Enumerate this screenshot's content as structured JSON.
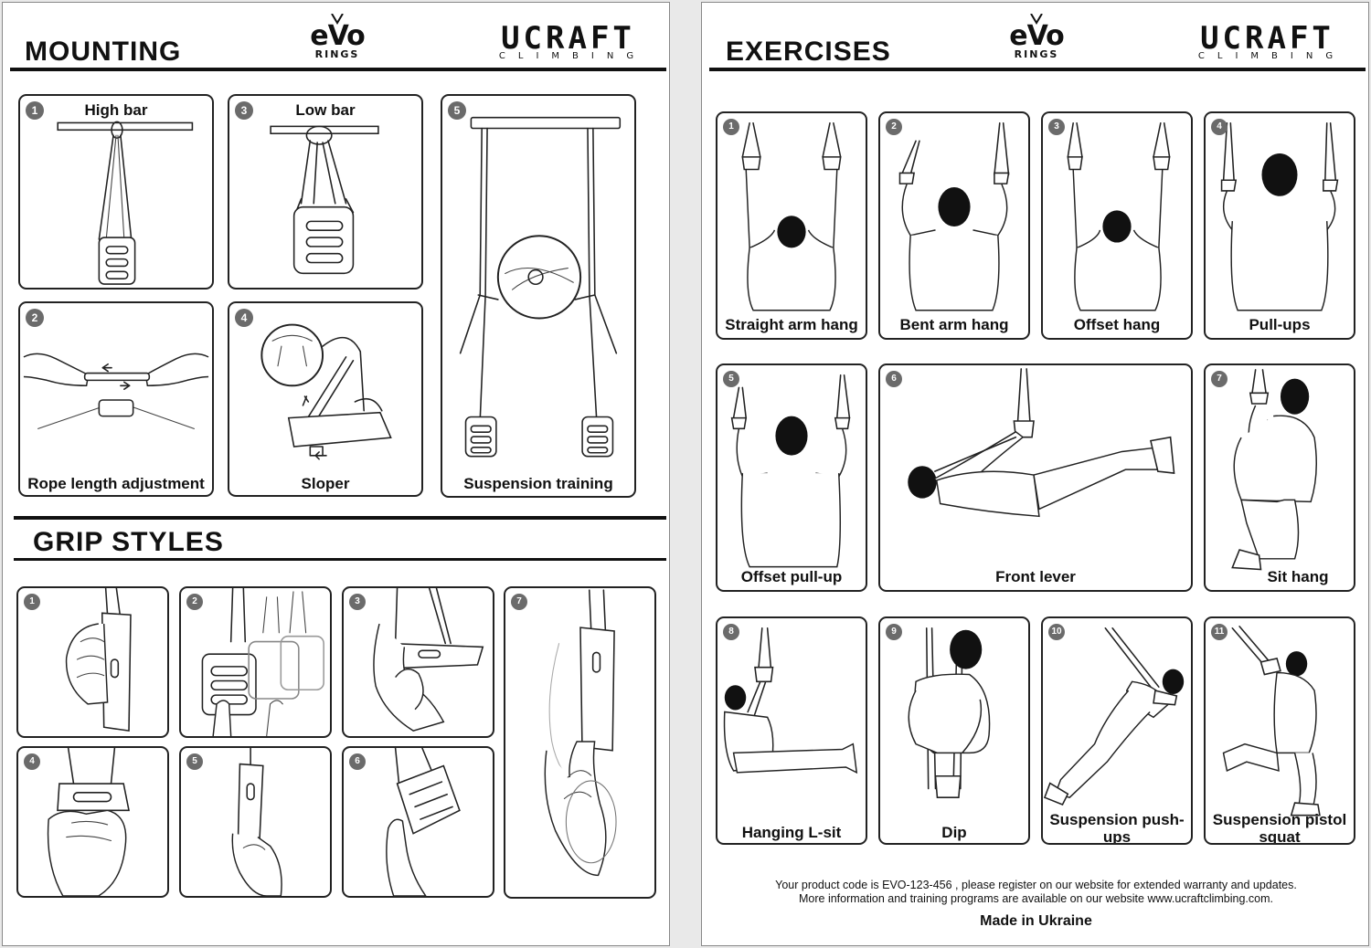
{
  "left": {
    "mounting_title": "MOUNTING",
    "grip_title": "GRIP STYLES",
    "logo_evo": "eVo",
    "logo_evo_sub": "RINGS",
    "logo_ucraft": "UCRAFT",
    "logo_ucraft_sub": "CLIMBING",
    "mounting": [
      {
        "num": "1",
        "caption": "High bar"
      },
      {
        "num": "3",
        "caption": "Low bar"
      },
      {
        "num": "5",
        "caption": "Suspension training"
      },
      {
        "num": "2",
        "caption": "Rope length adjustment"
      },
      {
        "num": "4",
        "caption": "Sloper"
      }
    ],
    "grips": [
      {
        "num": "1"
      },
      {
        "num": "2"
      },
      {
        "num": "3"
      },
      {
        "num": "7"
      },
      {
        "num": "4"
      },
      {
        "num": "5"
      },
      {
        "num": "6"
      }
    ]
  },
  "right": {
    "exercises_title": "EXERCISES",
    "logo_evo": "eVo",
    "logo_evo_sub": "RINGS",
    "logo_ucraft": "UCRAFT",
    "logo_ucraft_sub": "CLIMBING",
    "exercises": [
      {
        "num": "1",
        "caption": "Straight arm hang"
      },
      {
        "num": "2",
        "caption": "Bent arm hang"
      },
      {
        "num": "3",
        "caption": "Offset hang"
      },
      {
        "num": "4",
        "caption": "Pull-ups"
      },
      {
        "num": "5",
        "caption": "Offset pull-up"
      },
      {
        "num": "6",
        "caption": "Front lever"
      },
      {
        "num": "7",
        "caption": "Sit hang"
      },
      {
        "num": "8",
        "caption": "Hanging L-sit"
      },
      {
        "num": "9",
        "caption": "Dip"
      },
      {
        "num": "10",
        "caption": "Suspension push-ups"
      },
      {
        "num": "11",
        "caption": "Suspension pistol squat"
      }
    ],
    "footer": {
      "line1": "Your product code is EVO-123-456 , please register on our website for extended warranty and updates.",
      "line2": "More information and training programs are available on our website www.ucraftclimbing.com.",
      "made": "Made in Ukraine"
    }
  },
  "colors": {
    "ink": "#111111",
    "badge": "#6b6b6b",
    "page": "#ffffff",
    "background": "#e9e9e9"
  }
}
